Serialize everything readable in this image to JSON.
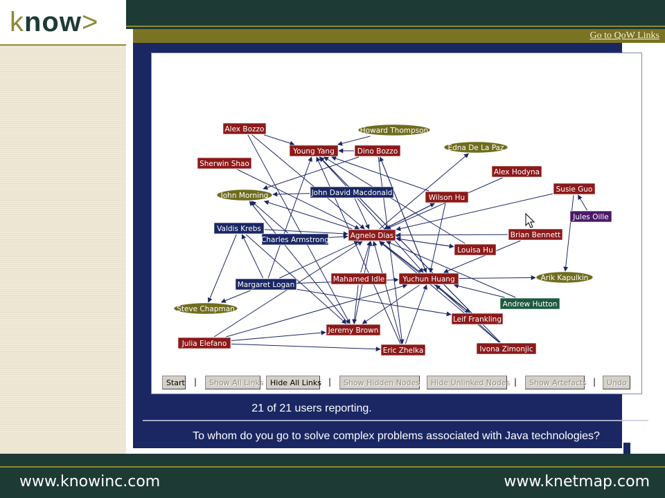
{
  "brand": {
    "logo_k": "k",
    "logo_now": "now",
    "logo_gt": ">",
    "top_link": "Go to QoW Links"
  },
  "network": {
    "nodes": [
      {
        "id": "alex-bozzo",
        "label": "Alex Bozzo",
        "kind": "rect",
        "fill": "#8c1a1a"
      },
      {
        "id": "young-yang",
        "label": "Young Yang",
        "kind": "rect",
        "fill": "#8c1a1a"
      },
      {
        "id": "dino-bozzo",
        "label": "Dino Bozzo",
        "kind": "rect",
        "fill": "#8c1a1a"
      },
      {
        "id": "howard-thompson",
        "label": "Howard Thompson",
        "kind": "ellipse",
        "fill": "#6f6d1e"
      },
      {
        "id": "edna-de-la-paz",
        "label": "Edna De La Paz",
        "kind": "ellipse",
        "fill": "#6f6d1e"
      },
      {
        "id": "sherwin-shao",
        "label": "Sherwin Shao",
        "kind": "rect",
        "fill": "#8c1a1a"
      },
      {
        "id": "alex-hodyna",
        "label": "Alex Hodyna",
        "kind": "rect",
        "fill": "#8c1a1a"
      },
      {
        "id": "susie-guo",
        "label": "Susie Guo",
        "kind": "rect",
        "fill": "#8c1a1a"
      },
      {
        "id": "john-morning",
        "label": "John Morning",
        "kind": "ellipse",
        "fill": "#6f6d1e"
      },
      {
        "id": "john-david-macdonald",
        "label": "John David Macdonald",
        "kind": "rect",
        "fill": "#1a2763"
      },
      {
        "id": "wilson-hu",
        "label": "Wilson Hu",
        "kind": "rect",
        "fill": "#8c1a1a"
      },
      {
        "id": "jules-oille",
        "label": "Jules Oille",
        "kind": "rect",
        "fill": "#4a1a6a"
      },
      {
        "id": "valdis-krebs",
        "label": "Valdis Krebs",
        "kind": "rect",
        "fill": "#1a2763"
      },
      {
        "id": "charles-armstrong",
        "label": "Charles Armstrong",
        "kind": "rect",
        "fill": "#1a2763"
      },
      {
        "id": "agnelo-dias",
        "label": "Agnelo Dias",
        "kind": "rect",
        "fill": "#8c1a1a"
      },
      {
        "id": "brian-bennett",
        "label": "Brian Bennett",
        "kind": "rect",
        "fill": "#8c1a1a"
      },
      {
        "id": "louisa-hu",
        "label": "Louisa Hu",
        "kind": "rect",
        "fill": "#8c1a1a"
      },
      {
        "id": "mahamed-idle",
        "label": "Mahamed Idle",
        "kind": "rect",
        "fill": "#8c1a1a"
      },
      {
        "id": "yuchun-huang",
        "label": "Yuchun Huang",
        "kind": "rect",
        "fill": "#8c1a1a"
      },
      {
        "id": "arik-kapulkin",
        "label": "Arik Kapulkin",
        "kind": "ellipse",
        "fill": "#6f6d1e"
      },
      {
        "id": "margaret-logan",
        "label": "Margaret Logan",
        "kind": "rect",
        "fill": "#1a2763"
      },
      {
        "id": "andrew-hutton",
        "label": "Andrew Hutton",
        "kind": "rect",
        "fill": "#1e5a40"
      },
      {
        "id": "steve-chapman",
        "label": "Steve Chapman",
        "kind": "ellipse",
        "fill": "#6f6d1e"
      },
      {
        "id": "leif-frankling",
        "label": "Leif Frankling",
        "kind": "rect",
        "fill": "#8c1a1a"
      },
      {
        "id": "jeremy-brown",
        "label": "Jeremy Brown",
        "kind": "rect",
        "fill": "#8c1a1a"
      },
      {
        "id": "julia-elefano",
        "label": "Julia Elefano",
        "kind": "rect",
        "fill": "#8c1a1a"
      },
      {
        "id": "ivona-zimonjic",
        "label": "Ivona Zimonjic",
        "kind": "rect",
        "fill": "#8c1a1a"
      },
      {
        "id": "eric-zhelka",
        "label": "Eric Zhelka",
        "kind": "rect",
        "fill": "#8c1a1a"
      }
    ],
    "edges": [
      [
        "alex-bozzo",
        "young-yang"
      ],
      [
        "alex-bozzo",
        "agnelo-dias"
      ],
      [
        "alex-bozzo",
        "jeremy-brown"
      ],
      [
        "dino-bozzo",
        "young-yang"
      ],
      [
        "dino-bozzo",
        "john-morning"
      ],
      [
        "dino-bozzo",
        "yuchun-huang"
      ],
      [
        "dino-bozzo",
        "eric-zhelka"
      ],
      [
        "howard-thompson",
        "young-yang"
      ],
      [
        "sherwin-shao",
        "agnelo-dias"
      ],
      [
        "alex-hodyna",
        "agnelo-dias"
      ],
      [
        "susie-guo",
        "agnelo-dias"
      ],
      [
        "susie-guo",
        "arik-kapulkin"
      ],
      [
        "jules-oille",
        "susie-guo"
      ],
      [
        "john-david-macdonald",
        "young-yang"
      ],
      [
        "john-david-macdonald",
        "john-morning"
      ],
      [
        "john-david-macdonald",
        "agnelo-dias"
      ],
      [
        "john-david-macdonald",
        "yuchun-huang"
      ],
      [
        "wilson-hu",
        "young-yang"
      ],
      [
        "wilson-hu",
        "agnelo-dias"
      ],
      [
        "wilson-hu",
        "yuchun-huang"
      ],
      [
        "valdis-krebs",
        "steve-chapman"
      ],
      [
        "valdis-krebs",
        "agnelo-dias"
      ],
      [
        "valdis-krebs",
        "jeremy-brown"
      ],
      [
        "charles-armstrong",
        "john-morning"
      ],
      [
        "charles-armstrong",
        "agnelo-dias"
      ],
      [
        "brian-bennett",
        "agnelo-dias"
      ],
      [
        "brian-bennett",
        "yuchun-huang"
      ],
      [
        "louisa-hu",
        "agnelo-dias"
      ],
      [
        "louisa-hu",
        "young-yang"
      ],
      [
        "mahamed-idle",
        "agnelo-dias"
      ],
      [
        "mahamed-idle",
        "jeremy-brown"
      ],
      [
        "yuchun-huang",
        "agnelo-dias"
      ],
      [
        "yuchun-huang",
        "dino-bozzo"
      ],
      [
        "yuchun-huang",
        "arik-kapulkin"
      ],
      [
        "yuchun-huang",
        "leif-frankling"
      ],
      [
        "yuchun-huang",
        "jeremy-brown"
      ],
      [
        "margaret-logan",
        "valdis-krebs"
      ],
      [
        "margaret-logan",
        "young-yang"
      ],
      [
        "margaret-logan",
        "steve-chapman"
      ],
      [
        "margaret-logan",
        "agnelo-dias"
      ],
      [
        "margaret-logan",
        "yuchun-huang"
      ],
      [
        "margaret-logan",
        "leif-frankling"
      ],
      [
        "andrew-hutton",
        "agnelo-dias"
      ],
      [
        "andrew-hutton",
        "yuchun-huang"
      ],
      [
        "leif-frankling",
        "agnelo-dias"
      ],
      [
        "leif-frankling",
        "young-yang"
      ],
      [
        "julia-elefano",
        "agnelo-dias"
      ],
      [
        "julia-elefano",
        "jeremy-brown"
      ],
      [
        "julia-elefano",
        "eric-zhelka"
      ],
      [
        "julia-elefano",
        "yuchun-huang"
      ],
      [
        "ivona-zimonjic",
        "agnelo-dias"
      ],
      [
        "ivona-zimonjic",
        "yuchun-huang"
      ],
      [
        "ivona-zimonjic",
        "young-yang"
      ],
      [
        "eric-zhelka",
        "agnelo-dias"
      ],
      [
        "eric-zhelka",
        "young-yang"
      ],
      [
        "eric-zhelka",
        "yuchun-huang"
      ],
      [
        "jeremy-brown",
        "agnelo-dias"
      ],
      [
        "jeremy-brown",
        "john-morning"
      ],
      [
        "agnelo-dias",
        "edna-de-la-paz"
      ],
      [
        "agnelo-dias",
        "john-morning"
      ],
      [
        "agnelo-dias",
        "wilson-hu"
      ],
      [
        "agnelo-dias",
        "louisa-hu"
      ]
    ]
  },
  "toolbar": {
    "start": "Start",
    "show_all_links": "Show All Links",
    "hide_all_links": "Hide All Links",
    "show_hidden_nodes": "Show Hidden Nodes",
    "hide_unlinked_nodes": "Hide Unlinked Nodes",
    "show_artefacts": "Show Artefacts",
    "undo": "Undo",
    "separator": "|"
  },
  "status": "21 of 21 users reporting.",
  "question": "To whom do you go to solve complex problems associated with Java technologies?",
  "footer": {
    "left_url": "www.knowinc.com",
    "right_url": "www.knetmap.com"
  },
  "colors": {
    "dark_green": "#1e3a34",
    "olive": "#7a7324",
    "navy": "#1a2763",
    "node_red": "#8c1a1a",
    "node_olive": "#6f6d1e",
    "edge": "#1a2763"
  }
}
